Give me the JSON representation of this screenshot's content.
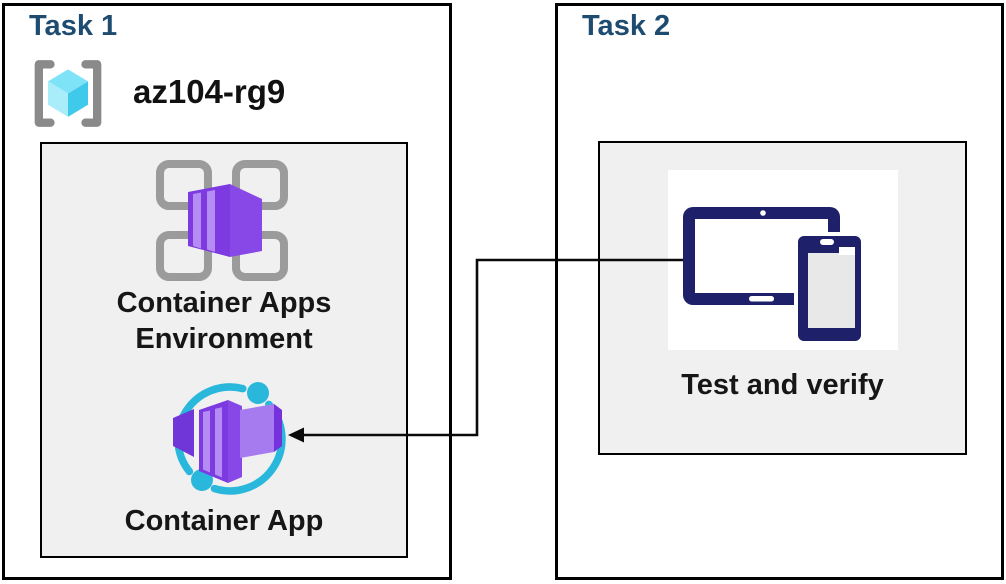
{
  "task1": {
    "title": "Task 1",
    "resource_group_name": "az104-rg9",
    "environment_label_line1": "Container Apps",
    "environment_label_line2": "Environment",
    "container_app_label": "Container App"
  },
  "task2": {
    "title": "Task 2",
    "test_label": "Test and verify"
  },
  "icons": {
    "resource_group": "resource-group-icon",
    "container_apps_environment": "container-apps-environment-icon",
    "container_app": "container-app-icon",
    "devices": "devices-icon",
    "connector": "elbow-arrow-connector"
  },
  "colors": {
    "header_blue": "#1E4B70",
    "inner_box_fill": "#F0F0F0",
    "border_black": "#000000",
    "bracket_gray": "#8A8A8A",
    "grid_gray": "#9B9B9B",
    "cube_top": "#7FE3F7",
    "cube_left": "#A9EDFA",
    "cube_right": "#3FC9EB",
    "purple_base": "#7C3AE0",
    "purple_stripe": "#B48CF3",
    "purple_right": "#8748E7",
    "purple_dark": "#7431DC",
    "purple_light": "#A77BF0",
    "purple_wedge": "#7136D8",
    "cyan_ring": "#29B8DC",
    "device_navy": "#1E2069",
    "phone_screen": "#E8E8E8",
    "arrow_black": "#0A0A0A"
  }
}
